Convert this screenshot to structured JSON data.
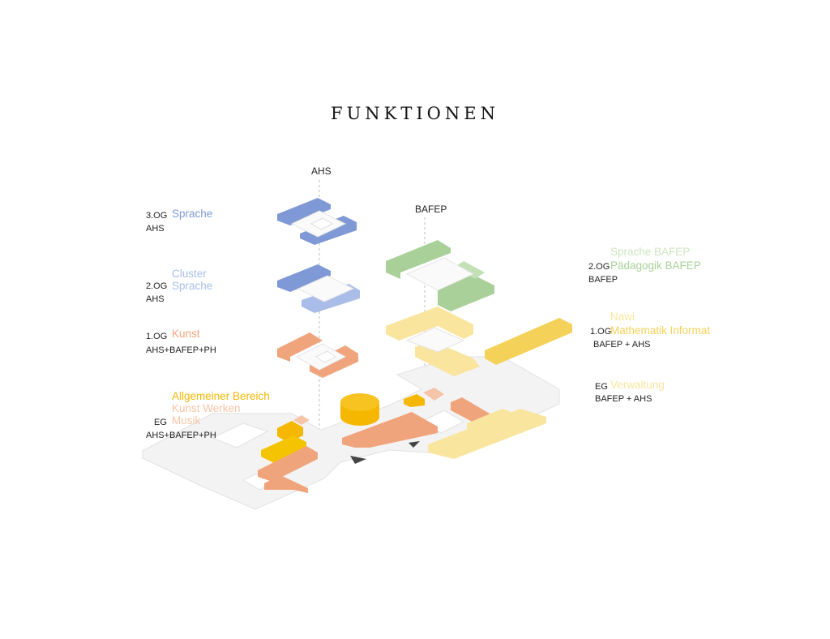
{
  "title": "FUNKTIONEN",
  "columns": {
    "ahs": "AHS",
    "bafep": "BAFEP"
  },
  "left": {
    "og3": {
      "level": "3.OG",
      "user": "AHS",
      "function": "Sprache"
    },
    "og2": {
      "level": "2.OG",
      "user": "AHS",
      "function_line1": "Cluster",
      "function_line2": "Sprache"
    },
    "og1": {
      "level": "1.OG",
      "user": "AHS+BAFEP+PH",
      "function": "Kunst"
    },
    "eg": {
      "level": "EG",
      "user": "AHS+BAFEP+PH",
      "function_line1": "Allgemeiner Bereich",
      "function_line2": "Kunst Werken",
      "function_line3": "Musik"
    }
  },
  "right": {
    "og2": {
      "level": "2.OG",
      "user": "BAFEP",
      "function_line1": "Sprache BAFEP",
      "function_line2": "Pädagogik BAFEP"
    },
    "og1": {
      "level": "1.OG",
      "user": "BAFEP + AHS",
      "function_line1": "Nawi",
      "function_line2": "Mathematik Informat"
    },
    "eg": {
      "level": "EG",
      "user": "BAFEP + AHS",
      "function": "Verwaltung"
    }
  },
  "colors": {
    "sprache": "#7f99d6",
    "cluster": "#a9bde8",
    "bafep_green": "#a8d098",
    "nawi_yellow": "#f4d25a",
    "kunst_salmon": "#f0a47c",
    "allgemein_orange": "#f5b700",
    "base_grey": "#f2f2f2"
  }
}
